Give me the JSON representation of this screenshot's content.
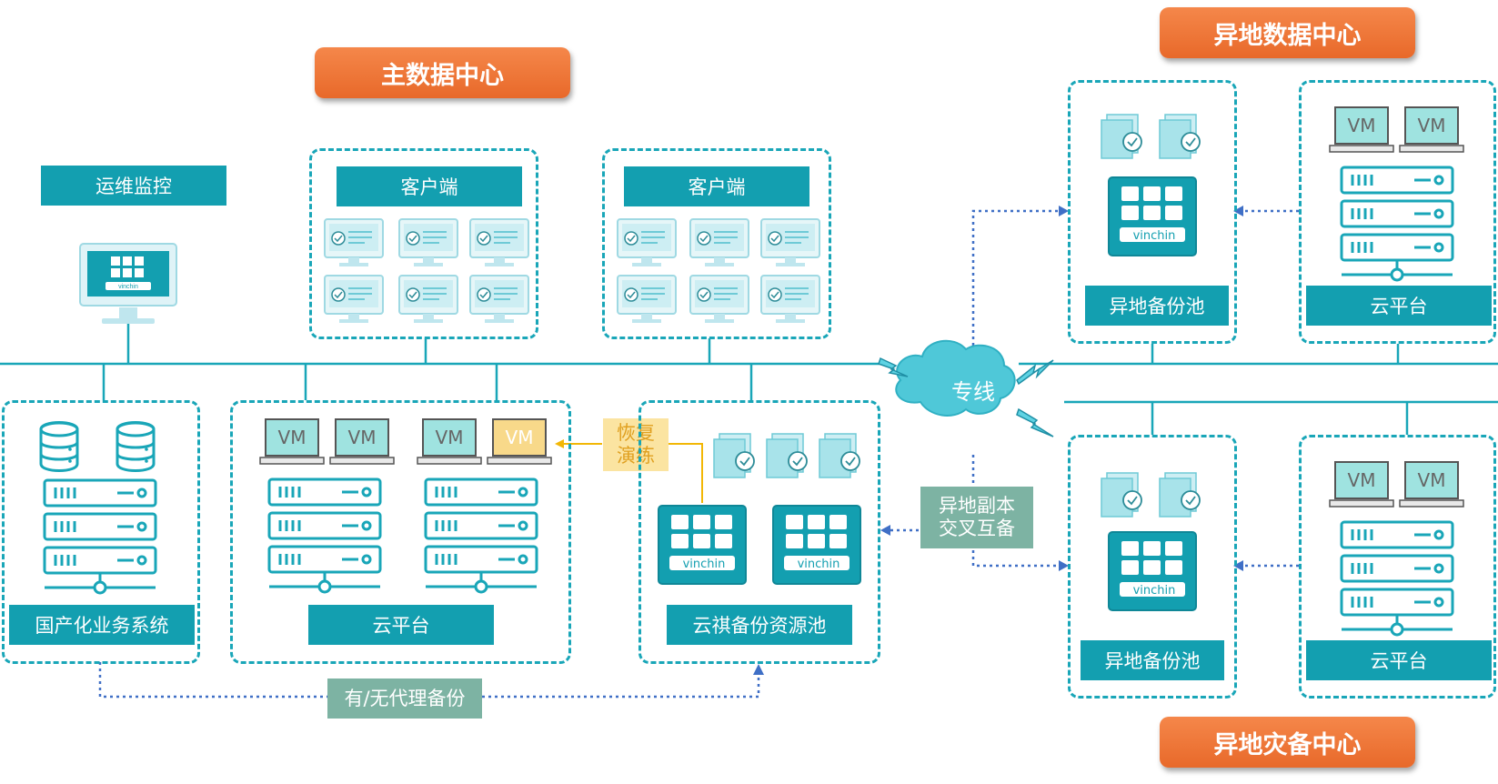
{
  "titles": {
    "main_dc": "主数据中心",
    "remote_dc": "异地数据中心",
    "remote_dr": "异地灾备中心"
  },
  "main": {
    "ops_monitor": "运维监控",
    "client_a": "客户端",
    "client_b": "客户端",
    "domestic_system": "国产化业务系统",
    "cloud_platform": "云平台",
    "backup_pool": "云祺备份资源池",
    "restore_drill": "恢复\n演练",
    "agent_backup": "有/无代理备份"
  },
  "network": {
    "private_line": "专线",
    "cross_backup": "异地副本\n交叉互备"
  },
  "remote": {
    "top_pool": "异地备份池",
    "top_cloud": "云平台",
    "bottom_pool": "异地备份池",
    "bottom_cloud": "云平台"
  },
  "icons": {
    "vm": "VM",
    "brand": "vinchin",
    "server": "server-rack-icon",
    "database": "database-icon",
    "monitor": "monitor-icon",
    "cloud": "cloud-icon",
    "lightning": "lightning-icon",
    "file_check": "file-check-icon"
  },
  "colors": {
    "teal": "#139fb0",
    "dash": "#19a6b8",
    "orange": "#ee7234",
    "grey_label": "#7db3a3",
    "yellow_label": "#fbe4a1",
    "vm_yellow": "#f8d98a",
    "arrow_blue": "#3f6fc6"
  }
}
